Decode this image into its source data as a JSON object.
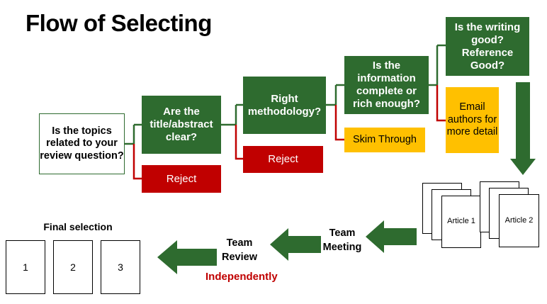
{
  "title": "Flow of Selecting",
  "steps": {
    "topics": "Is the topics related to your review question?",
    "title_abstract": "Are the title/abstract clear?",
    "methodology": "Right methodology?",
    "information": "Is the information complete or rich enough?",
    "writing": "Is the writing good? Reference Good?"
  },
  "outcomes": {
    "reject_1": "Reject",
    "reject_2": "Reject",
    "skim": "Skim Through",
    "email": "Email authors for more detail"
  },
  "articles": {
    "article_1": "Article 1",
    "article_2": "Article 2"
  },
  "team_meeting": "Team Meeting",
  "team_review": "Team Review",
  "independently": "Independently",
  "final_selection": {
    "label": "Final selection",
    "items": [
      "1",
      "2",
      "3"
    ]
  },
  "colors": {
    "green": "#2e6b2f",
    "red": "#c00000",
    "yellow": "#ffc000"
  }
}
